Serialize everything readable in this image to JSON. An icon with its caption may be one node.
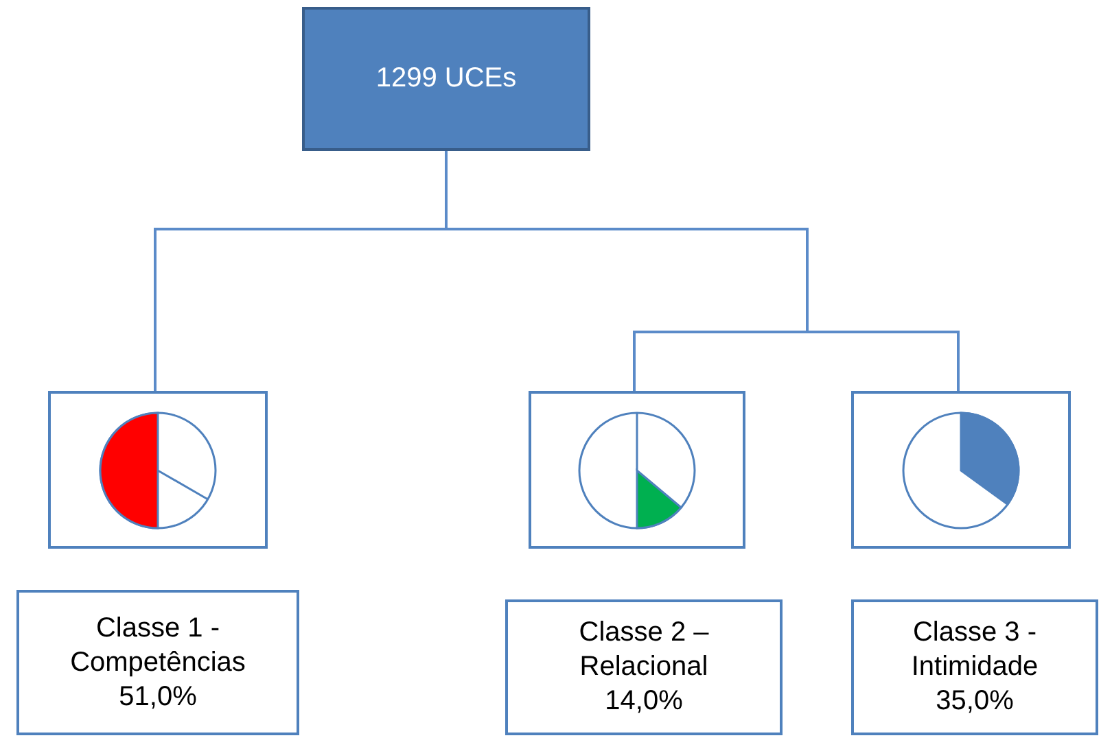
{
  "diagram": {
    "nodes": [
      {
        "text": [
          "1299 UCEs"
        ]
      },
      {
        "text": [],
        "shape": "box"
      },
      {
        "text": [
          "Classe 1 - Competências",
          "51,0%"
        ]
      },
      {
        "text": [],
        "shape": "box"
      },
      {
        "text": [
          "Classe 2 – Relacional",
          "14,0%"
        ]
      },
      {
        "text": [],
        "shape": "box"
      },
      {
        "text": [
          "Classe 3 - Intimidade",
          "35,0%"
        ]
      }
    ],
    "edges": [
      {
        "from": 0,
        "to": 1,
        "arrow": "none"
      },
      {
        "from": 0,
        "to": 3,
        "arrow": "none"
      },
      {
        "from": 0,
        "to": 5,
        "arrow": "none"
      }
    ]
  }
}
